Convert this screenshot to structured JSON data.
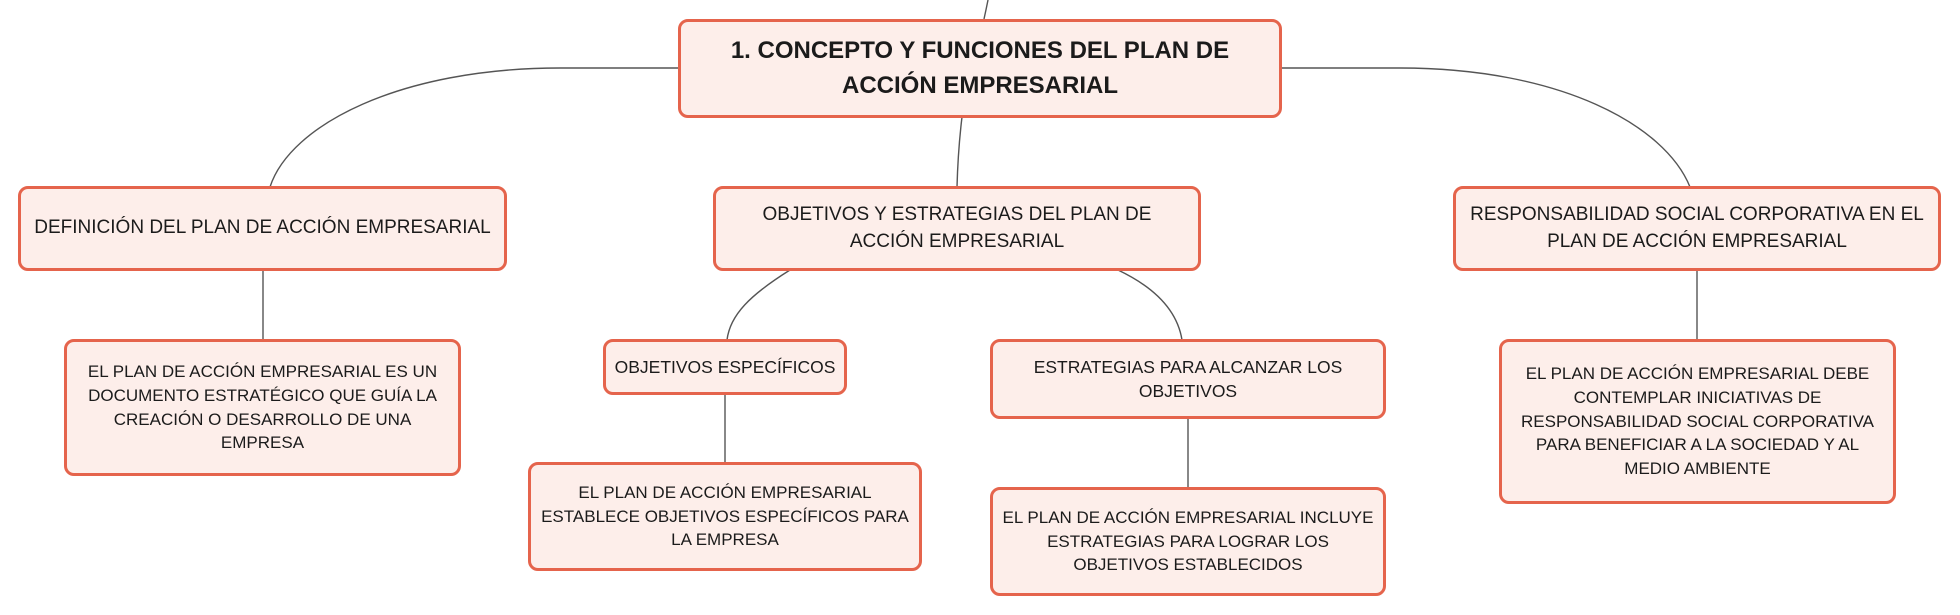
{
  "mindmap": {
    "root": {
      "label": "1. CONCEPTO Y FUNCIONES DEL PLAN DE ACCIÓN EMPRESARIAL"
    },
    "branches": {
      "definicion": {
        "label": "DEFINICIÓN DEL PLAN DE ACCIÓN EMPRESARIAL",
        "detail": "EL PLAN DE ACCIÓN EMPRESARIAL ES UN DOCUMENTO ESTRATÉGICO QUE GUÍA LA CREACIÓN O DESARROLLO DE UNA EMPRESA"
      },
      "objetivos_estrategias": {
        "label": "OBJETIVOS Y ESTRATEGIAS DEL PLAN DE ACCIÓN EMPRESARIAL",
        "objetivos": {
          "label": "OBJETIVOS ESPECÍFICOS",
          "detail": "EL PLAN DE ACCIÓN EMPRESARIAL ESTABLECE OBJETIVOS ESPECÍFICOS PARA LA EMPRESA"
        },
        "estrategias": {
          "label": "ESTRATEGIAS PARA ALCANZAR LOS OBJETIVOS",
          "detail": "EL PLAN DE ACCIÓN EMPRESARIAL INCLUYE ESTRATEGIAS PARA LOGRAR LOS OBJETIVOS ESTABLECIDOS"
        }
      },
      "rsc": {
        "label": "RESPONSABILIDAD SOCIAL CORPORATIVA EN EL PLAN DE ACCIÓN EMPRESARIAL",
        "detail": "EL PLAN DE ACCIÓN EMPRESARIAL DEBE CONTEMPLAR INICIATIVAS DE RESPONSABILIDAD SOCIAL CORPORATIVA PARA BENEFICIAR A LA SOCIEDAD Y AL MEDIO AMBIENTE"
      }
    }
  },
  "colors": {
    "node_border": "#e5644c",
    "node_fill": "#fdeeea",
    "connector": "#555555"
  }
}
